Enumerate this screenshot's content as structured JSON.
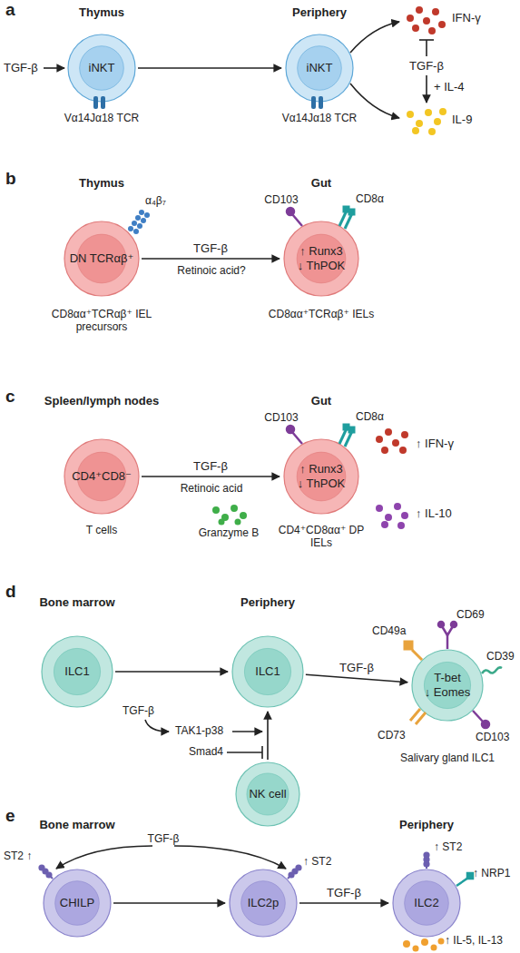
{
  "diagram": {
    "nodes": [
      {
        "text": [
          "iNKT"
        ]
      },
      {
        "text": [
          "iNKT"
        ]
      },
      {
        "text": [
          "DN TCRαβ⁺",
          "CD8αα⁺TCRαβ⁺ IEL precursors"
        ]
      },
      {
        "text": [
          "↑ Runx3",
          "↓ ThPOK",
          "CD8αα⁺TCRαβ⁺ IELs"
        ]
      },
      {
        "text": [
          "CD4⁺CD8⁻",
          "T cells"
        ]
      },
      {
        "text": [
          "↑ Runx3",
          "↓ ThPOK",
          "CD4⁺CD8αα⁺ DP IELs"
        ]
      },
      {
        "text": [
          "ILC1"
        ]
      },
      {
        "text": [
          "ILC1"
        ]
      },
      {
        "text": [
          "T-bet",
          "↓ Eomes",
          "Salivary gland ILC1"
        ]
      },
      {
        "text": [
          "NK cell"
        ]
      },
      {
        "text": [
          "CHILP"
        ]
      },
      {
        "text": [
          "ILC2p"
        ]
      },
      {
        "text": [
          "ILC2"
        ]
      }
    ],
    "edges": [
      {
        "from": 0,
        "to": 1,
        "arrow": "to"
      },
      {
        "from": 2,
        "to": 3,
        "label": "TGF-β",
        "arrow": "to"
      },
      {
        "from": 4,
        "to": 5,
        "label": "TGF-β",
        "arrow": "to"
      },
      {
        "from": 6,
        "to": 7,
        "arrow": "to"
      },
      {
        "from": 7,
        "to": 8,
        "label": "TGF-β",
        "arrow": "to"
      },
      {
        "from": 9,
        "to": 7,
        "arrow": "to"
      },
      {
        "from": 10,
        "to": 11,
        "arrow": "to"
      },
      {
        "from": 11,
        "to": 12,
        "label": "TGF-β",
        "arrow": "to"
      }
    ],
    "labels": [
      "a",
      "Thymus",
      "Periphery",
      "TGF-β",
      "Vα14Jα18 TCR",
      "Vα14Jα18 TCR",
      "IFN-γ",
      "TGF-β",
      "+ IL-4",
      "IL-9",
      "b",
      "Thymus",
      "Gut",
      "α₄β₇",
      "CD103",
      "CD8α",
      "Retinoic acid?",
      "c",
      "Spleen/lymph nodes",
      "Gut",
      "CD103",
      "CD8α",
      "Retinoic acid",
      "Granzyme B",
      "↑ IFN-γ",
      "↑ IL-10",
      "d",
      "Bone marrow",
      "Periphery",
      "CD69",
      "CD49a",
      "CD39",
      "CD73",
      "CD103",
      "TGF-β",
      "TAK1-p38",
      "Smad4",
      "e",
      "Bone marrow",
      "Periphery",
      "TGF-β",
      "ST2 ↑",
      "↑ ST2",
      "↑ ST2",
      "↑ NRP1",
      "↑ IL-5, IL-13"
    ]
  }
}
